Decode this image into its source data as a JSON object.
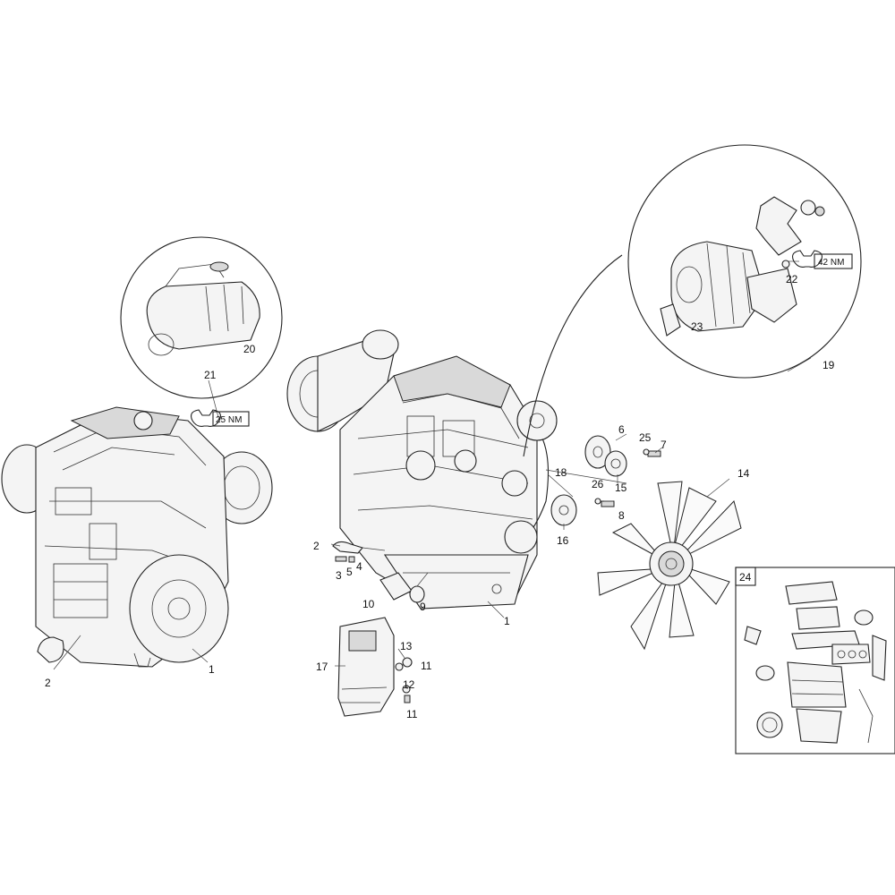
{
  "callouts": {
    "c1a": "1",
    "c1b": "1",
    "c2a": "2",
    "c2b": "2",
    "c3": "3",
    "c4": "4",
    "c5": "5",
    "c6": "6",
    "c7": "7",
    "c8": "8",
    "c9": "9",
    "c10": "10",
    "c11a": "11",
    "c11b": "11",
    "c12": "12",
    "c13": "13",
    "c14": "14",
    "c15": "15",
    "c16": "16",
    "c17": "17",
    "c18": "18",
    "c19": "19",
    "c20": "20",
    "c21": "21",
    "c22": "22",
    "c23": "23",
    "c24": "24",
    "c25": "25",
    "c26": "26"
  },
  "torque": {
    "t21": "25 NM",
    "t22": "42 NM"
  }
}
